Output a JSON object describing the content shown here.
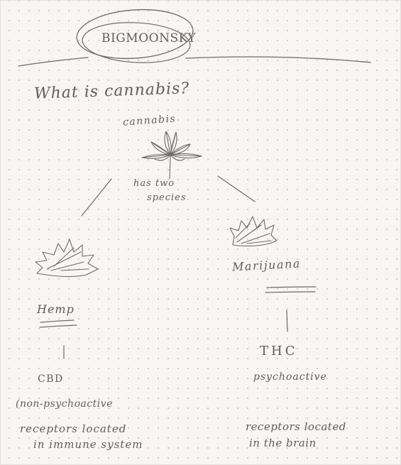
{
  "page": {
    "title": "BIGMOONSKY",
    "question": "What is cannabis?",
    "paper_color": "#f7f6f3",
    "ink_color": "#5e5e5e"
  },
  "diagram": {
    "root": {
      "label": "cannabis",
      "note_line1": "has two",
      "note_line2": "species",
      "icon": "cannabis-leaf-icon"
    },
    "left_branch": {
      "label": "Hemp",
      "compound": "CBD",
      "effect": "(non-psychoactive",
      "receptor_line1": "receptors located",
      "receptor_line2": "in immune system",
      "icon": "cannabis-leaf-icon"
    },
    "right_branch": {
      "label": "Marijuana",
      "compound": "THC",
      "effect": "psychoactive",
      "receptor_line1": "receptors located",
      "receptor_line2": "in the brain",
      "icon": "cannabis-leaf-icon"
    }
  }
}
